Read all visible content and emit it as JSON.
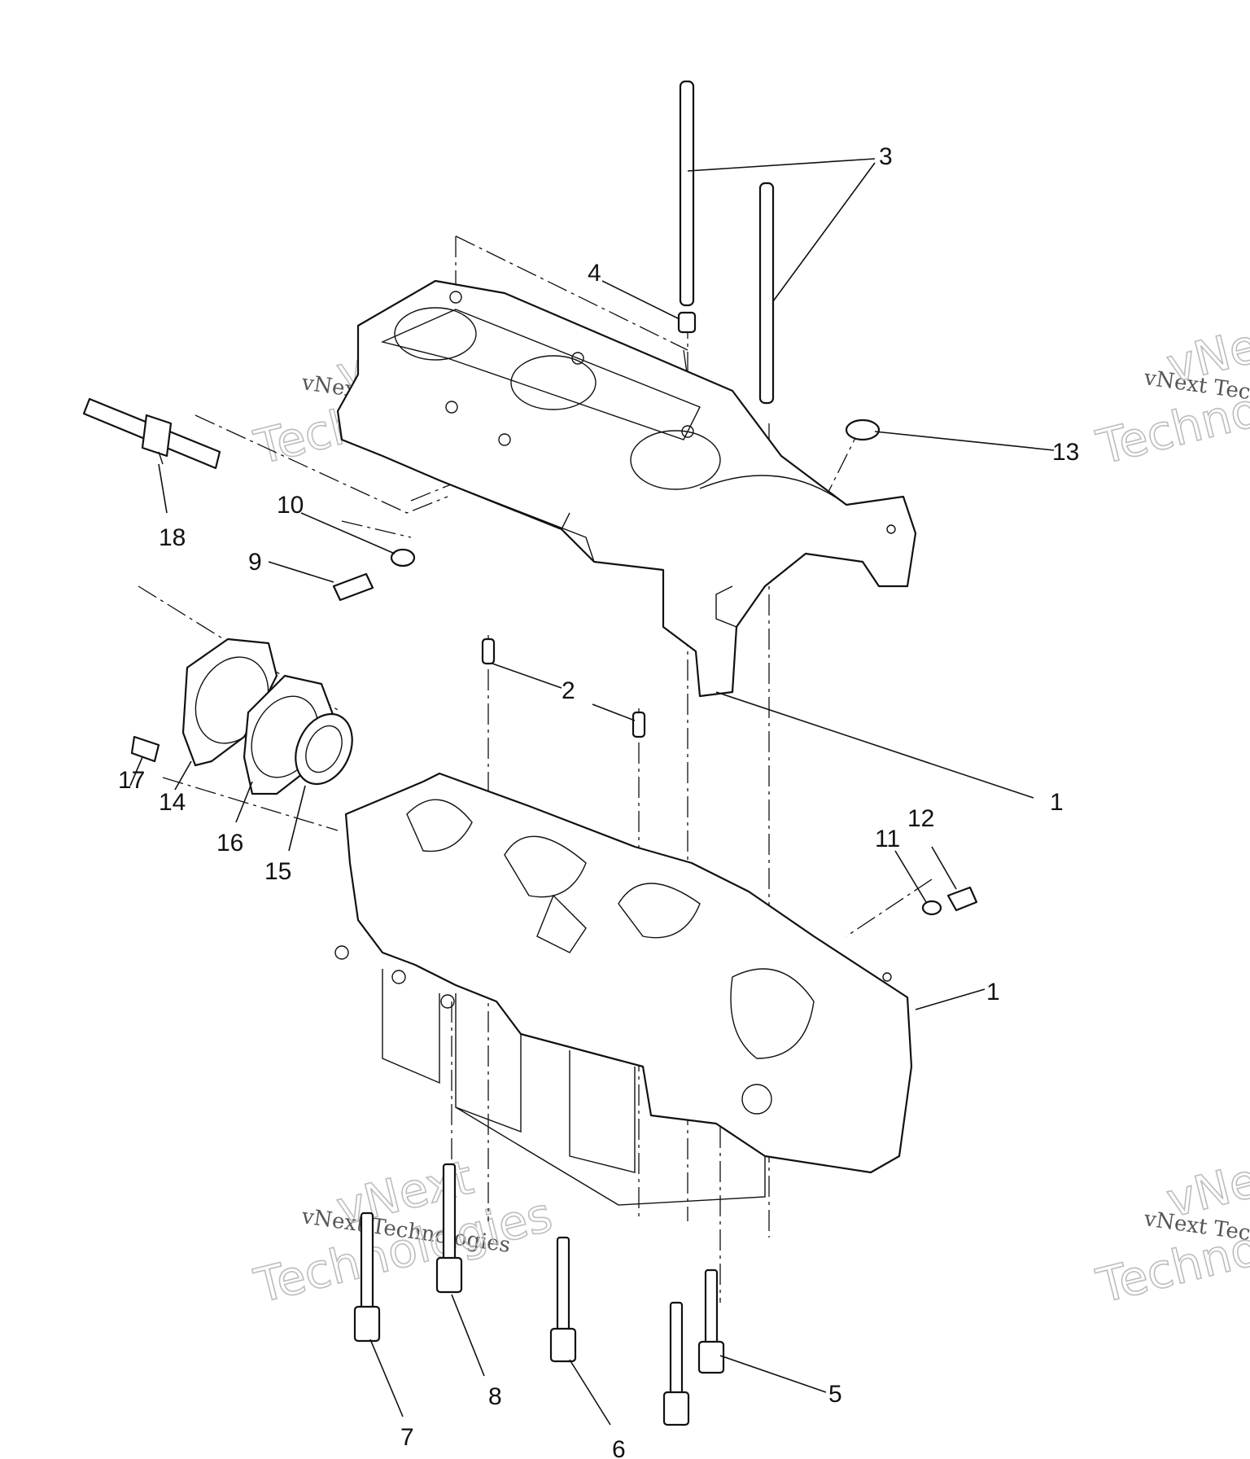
{
  "callouts": [
    {
      "id": "c1a",
      "text": "1"
    },
    {
      "id": "c1b",
      "text": "1"
    },
    {
      "id": "c2",
      "text": "2"
    },
    {
      "id": "c3",
      "text": "3"
    },
    {
      "id": "c4",
      "text": "4"
    },
    {
      "id": "c5",
      "text": "5"
    },
    {
      "id": "c6",
      "text": "6"
    },
    {
      "id": "c7",
      "text": "7"
    },
    {
      "id": "c8",
      "text": "8"
    },
    {
      "id": "c9",
      "text": "9"
    },
    {
      "id": "c10",
      "text": "10"
    },
    {
      "id": "c11",
      "text": "11"
    },
    {
      "id": "c12",
      "text": "12"
    },
    {
      "id": "c13",
      "text": "13"
    },
    {
      "id": "c14",
      "text": "14"
    },
    {
      "id": "c15",
      "text": "15"
    },
    {
      "id": "c16",
      "text": "16"
    },
    {
      "id": "c17",
      "text": "17"
    },
    {
      "id": "c18",
      "text": "18"
    }
  ],
  "watermarks": {
    "line1": "vNext Technologies",
    "line2": "Technologies",
    "line3": "vNext"
  }
}
